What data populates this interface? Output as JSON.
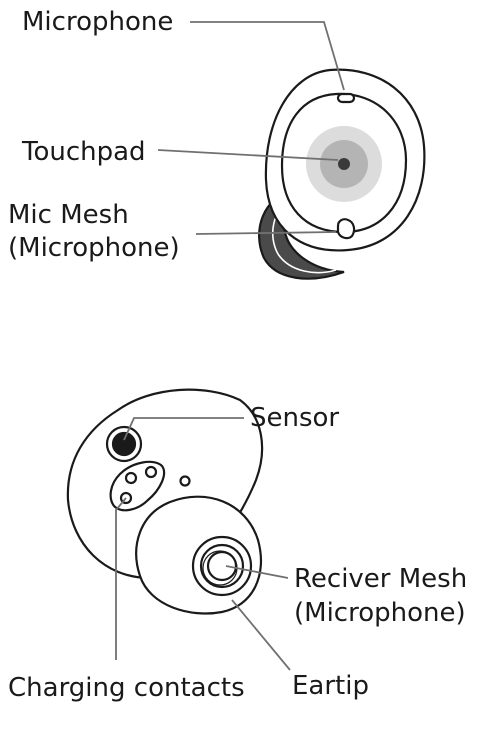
{
  "diagram": {
    "top_earbud_labels": {
      "microphone": "Microphone",
      "touchpad": "Touchpad",
      "mic_mesh_line1": "Mic Mesh",
      "mic_mesh_line2": "(Microphone)"
    },
    "bottom_earbud_labels": {
      "sensor": "Sensor",
      "receiver_mesh_line1": "Reciver Mesh",
      "receiver_mesh_line2": "(Microphone)",
      "charging_contacts": "Charging contacts",
      "eartip": "Eartip"
    },
    "colors": {
      "line": "#1a1a1a",
      "leader": "#707070",
      "touch_outer": "#dcdcdc",
      "touch_mid": "#b4b4b4",
      "touch_dot": "#3a3a3a",
      "eartip_shade": "#4a4a4a"
    }
  }
}
